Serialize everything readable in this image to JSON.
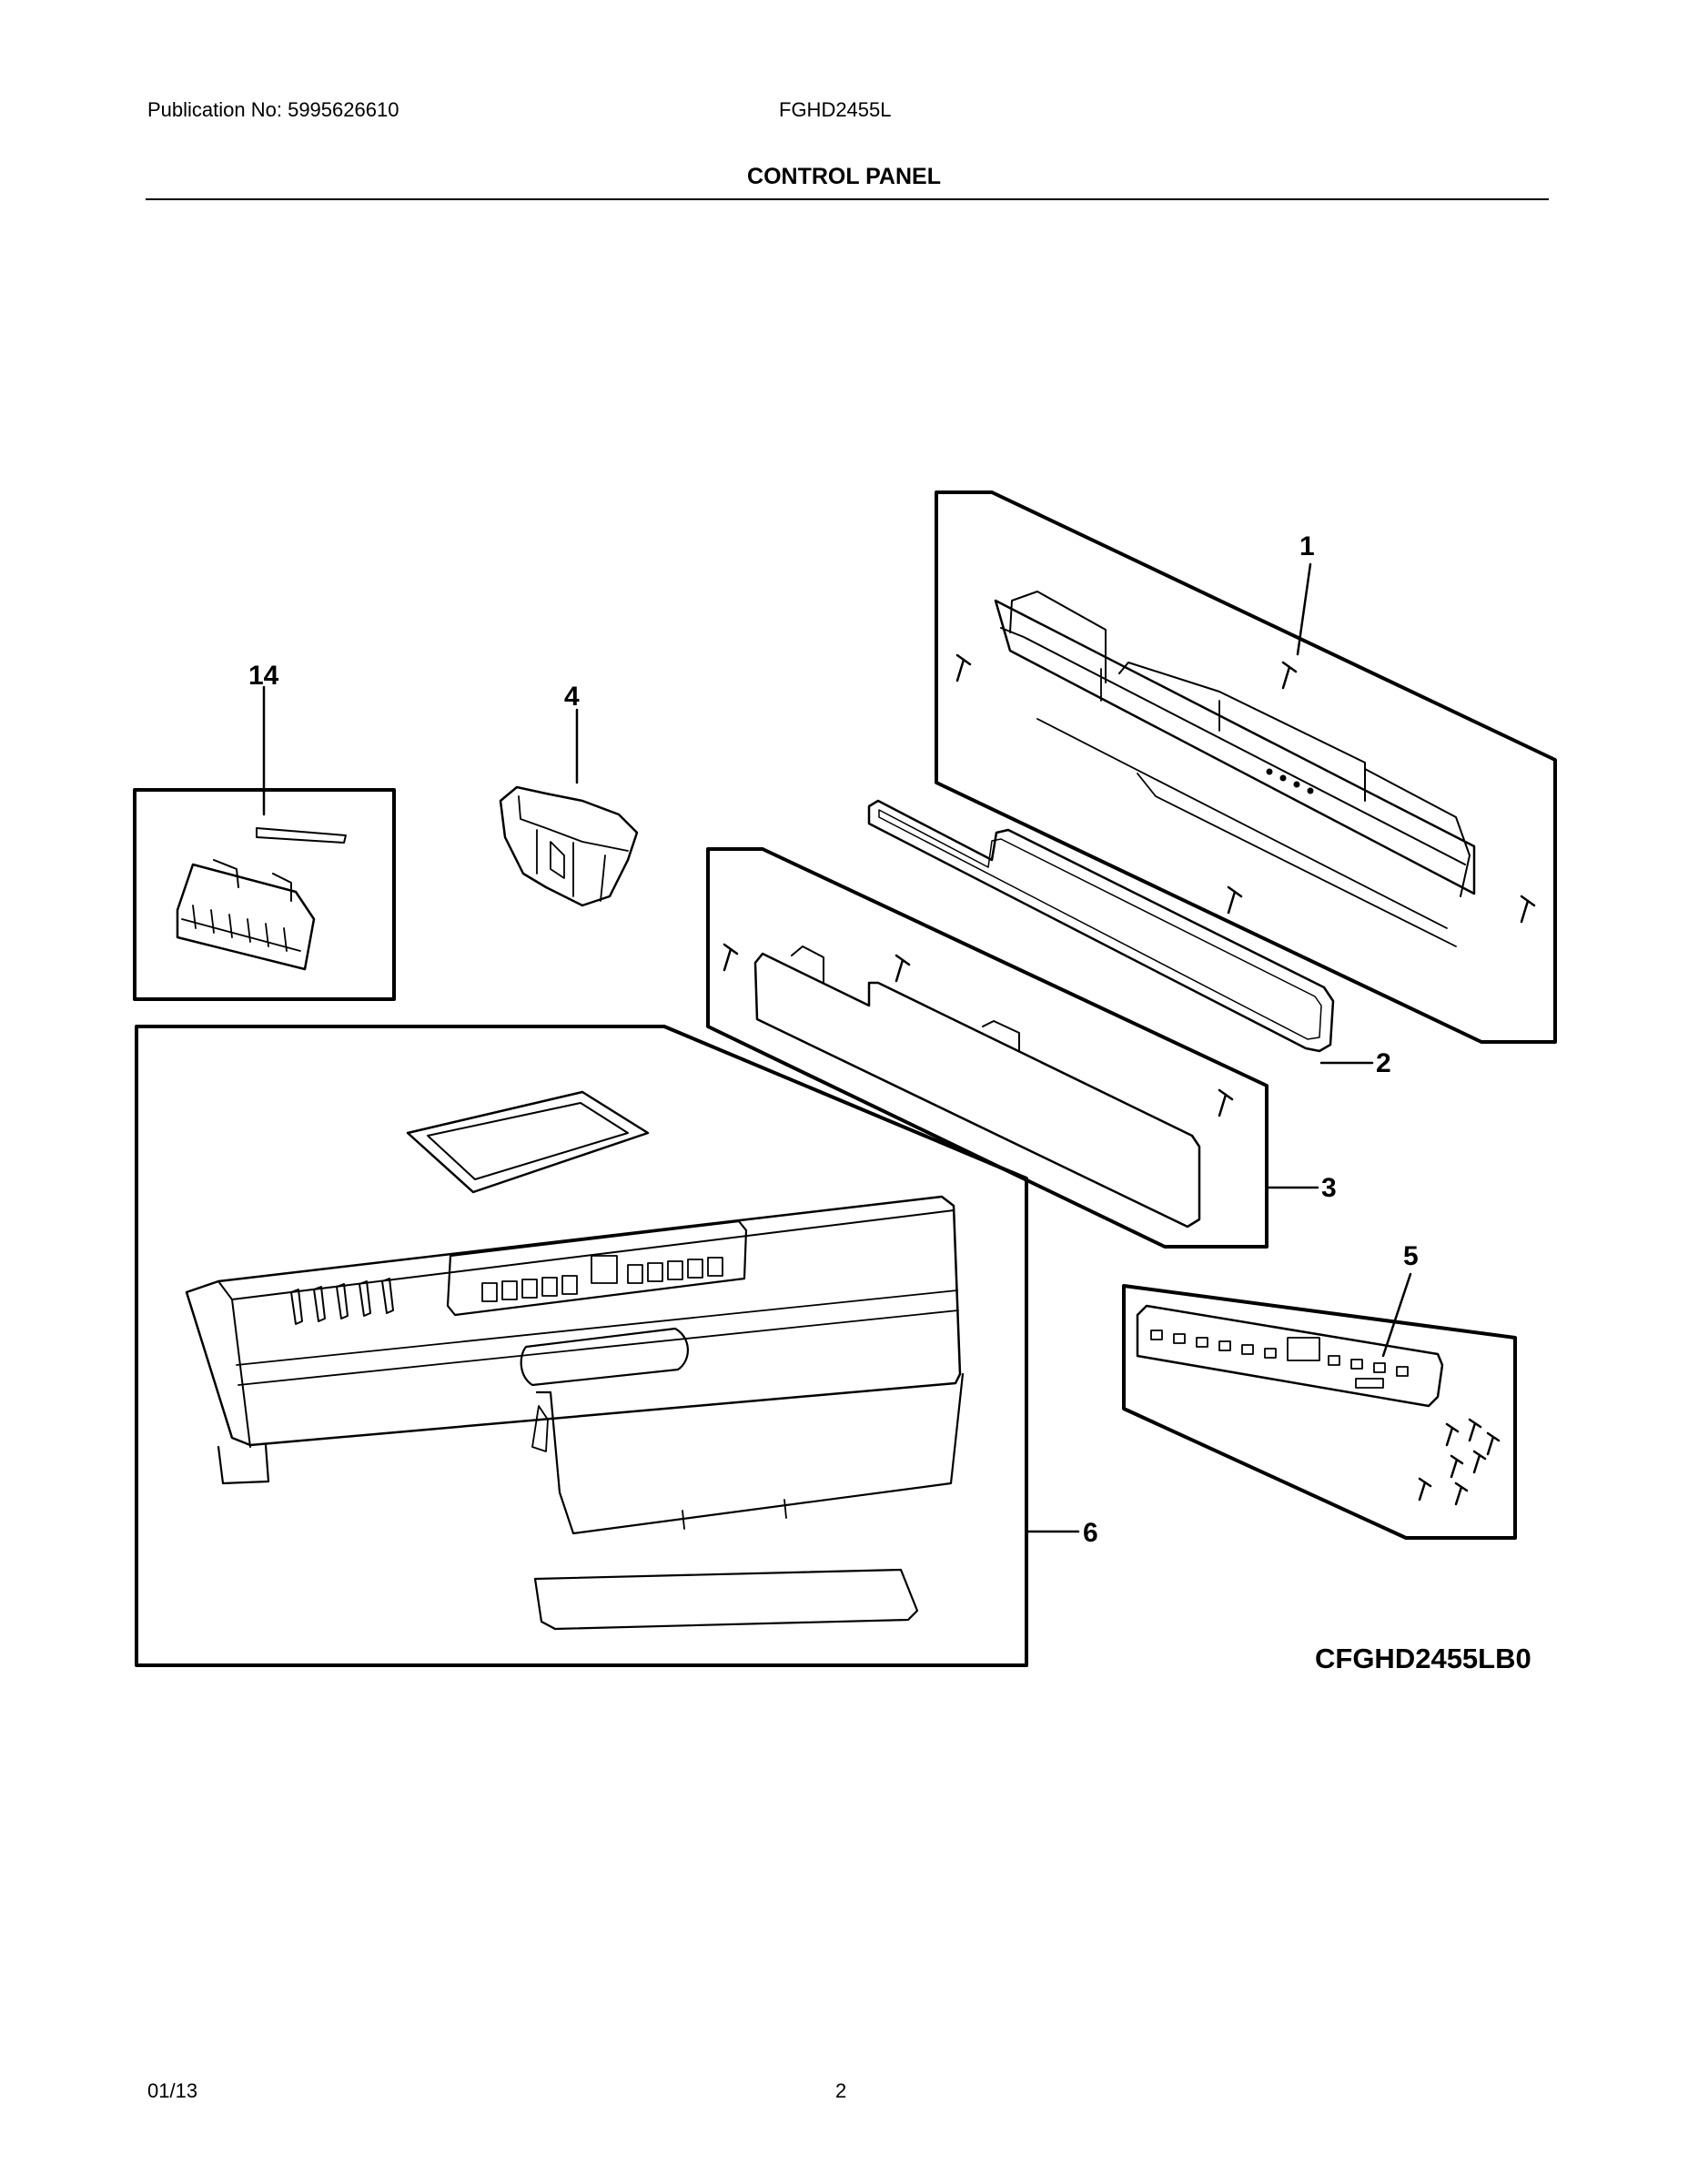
{
  "header": {
    "publication": "Publication No: 5995626610",
    "model": "FGHD2455L",
    "title": "CONTROL PANEL"
  },
  "callouts": {
    "c1": "1",
    "c2": "2",
    "c3": "3",
    "c4": "4",
    "c5": "5",
    "c6": "6",
    "c14": "14"
  },
  "diagram_code": "CFGHD2455LB0",
  "footer": {
    "date": "01/13",
    "page": "2"
  }
}
